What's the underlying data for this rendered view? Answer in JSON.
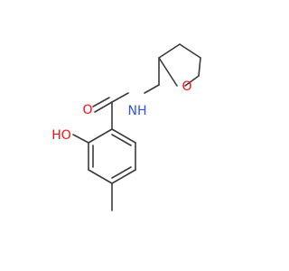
{
  "molecule": {
    "atoms": [
      {
        "id": "o_hydroxyl",
        "label": "HO",
        "color": "#ff0d0d"
      },
      {
        "id": "o_carbonyl",
        "label": "O",
        "color": "#ff0d0d"
      },
      {
        "id": "n_amide",
        "label": "NH",
        "color": "#3050f8"
      },
      {
        "id": "o_ring",
        "label": "O",
        "color": "#ff0d0d"
      }
    ],
    "bond_color": "#3a3a3a"
  }
}
